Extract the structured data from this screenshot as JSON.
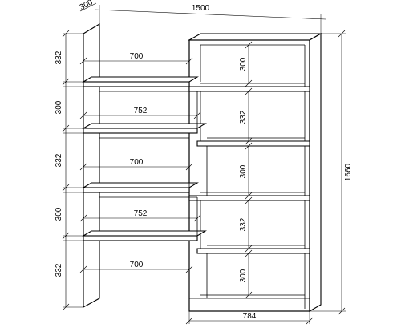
{
  "dimensions": {
    "depth_top": "300",
    "total_width": "1500",
    "total_height": "1660",
    "right_bottom_width": "784",
    "left_heights": [
      "332",
      "300",
      "332",
      "300",
      "332"
    ],
    "left_shelf_widths": [
      "700",
      "752",
      "700",
      "752",
      "700"
    ],
    "right_section_heights": [
      "300",
      "332",
      "300",
      "332",
      "300"
    ]
  },
  "colors": {
    "line": "#000000",
    "background": "#ffffff"
  }
}
